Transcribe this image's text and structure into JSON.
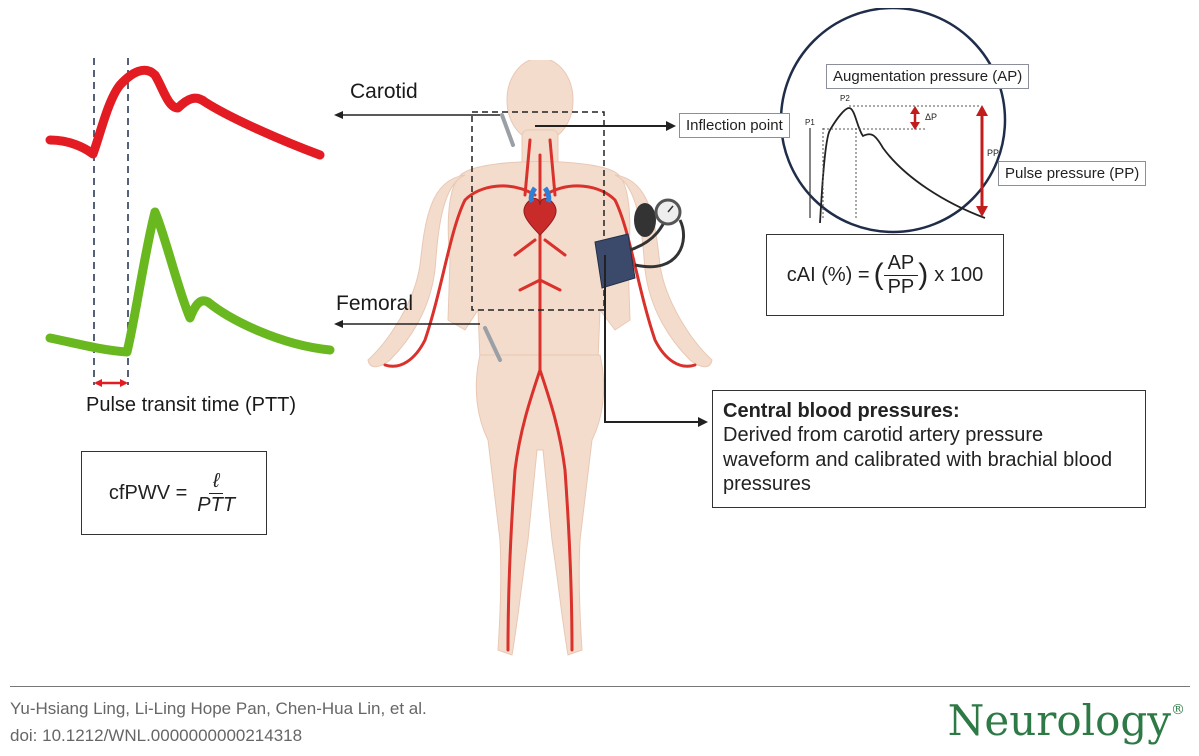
{
  "labels": {
    "carotid": "Carotid",
    "femoral": "Femoral",
    "ptt": "Pulse transit time (PTT)"
  },
  "formula_cfpwv": {
    "lhs": "cfPWV =",
    "numerator": "ℓ",
    "denominator": "PTT"
  },
  "waveform_inset": {
    "augmentation": "Augmentation pressure (AP)",
    "inflection": "Inflection point",
    "pulse_pressure": "Pulse pressure (PP)",
    "p1": "P1",
    "p2": "P2",
    "delta_p": "ΔP",
    "pp_small": "PP"
  },
  "formula_cai": {
    "lhs": "cAI (%) =",
    "numerator": "AP",
    "denominator": "PP",
    "rhs": "x 100"
  },
  "central_box": {
    "title": "Central blood pressures:",
    "body": "Derived from carotid artery pressure waveform and calibrated with brachial blood pressures"
  },
  "footer": {
    "authors": "Yu-Hsiang Ling, Li-Ling Hope Pan, Chen-Hua Lin, et al.",
    "doi": "doi: 10.1212/WNL.0000000000214318",
    "brand": "Neurology",
    "brand_mark": "®"
  },
  "colors": {
    "carotid_wave": "#e31b23",
    "femoral_wave": "#6ab820",
    "artery": "#d9312b",
    "skin": "#f4dccd",
    "brand": "#2e7a46",
    "cuff": "#3b4a6b"
  }
}
